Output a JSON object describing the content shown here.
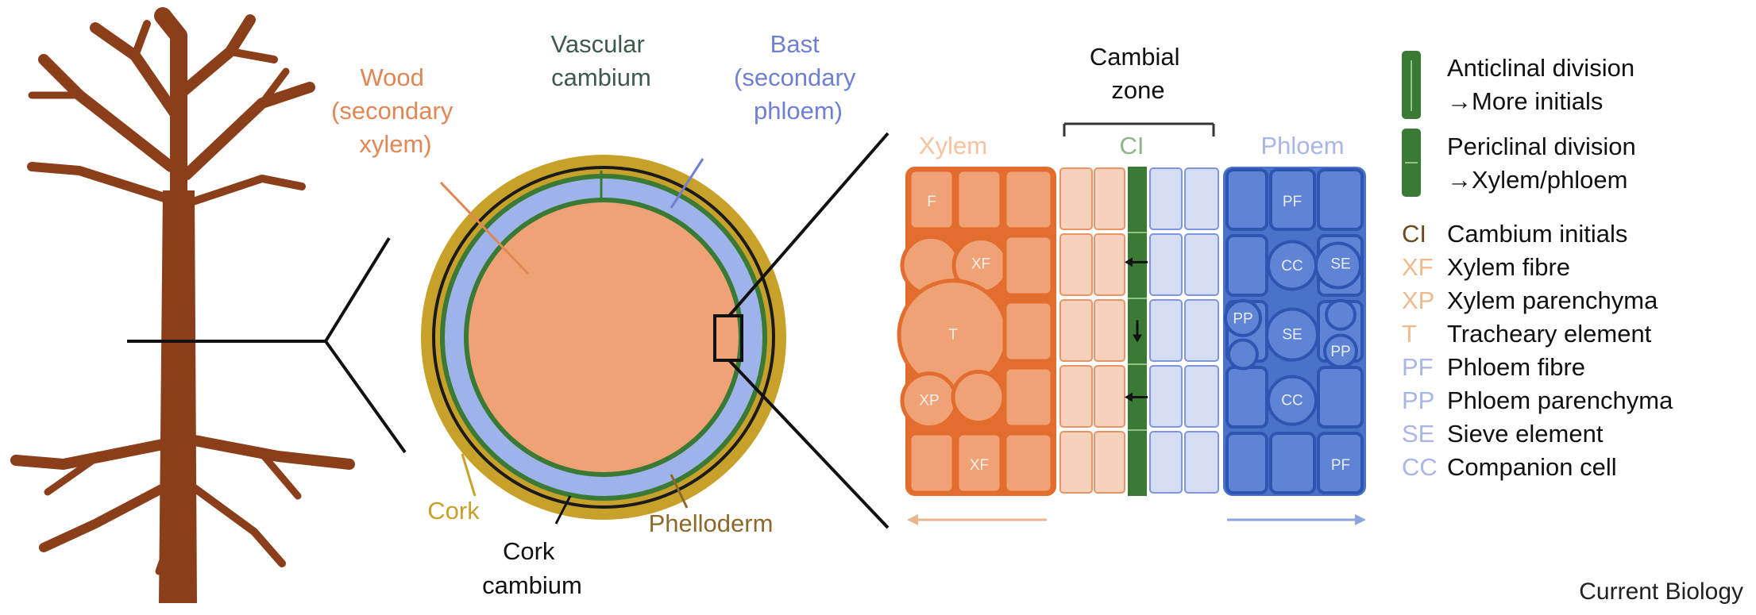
{
  "labels": {
    "wood": [
      "Wood",
      "(secondary",
      "xylem)"
    ],
    "vascular_cambium": [
      "Vascular",
      "cambium"
    ],
    "bast": [
      "Bast",
      "(secondary",
      "phloem)"
    ],
    "cork": "Cork",
    "cork_cambium": [
      "Cork",
      "cambium"
    ],
    "phelloderm": "Phelloderm",
    "cambial_zone": [
      "Cambial",
      "zone"
    ],
    "xylem": "Xylem",
    "ci": "CI",
    "phloem": "Phloem",
    "journal": "Current Biology"
  },
  "cell_labels": {
    "xylem": [
      "F",
      "XF",
      "T",
      "XP",
      "XF"
    ],
    "phloem": [
      "PF",
      "CC",
      "SE",
      "PP",
      "SE",
      "PP",
      "CC",
      "PF"
    ]
  },
  "legend": {
    "divisions": [
      {
        "lines": [
          "Anticlinal division",
          "→More initials"
        ]
      },
      {
        "lines": [
          "Periclinal division",
          "→Xylem/phloem"
        ]
      }
    ],
    "items": [
      {
        "abbr": "CI",
        "text": "Cambium initials",
        "color": "#6b4a1f"
      },
      {
        "abbr": "XF",
        "text": "Xylem fibre",
        "color": "#f2b98c"
      },
      {
        "abbr": "XP",
        "text": "Xylem parenchyma",
        "color": "#f2b98c"
      },
      {
        "abbr": "T",
        "text": "Tracheary element",
        "color": "#f2b98c"
      },
      {
        "abbr": "PF",
        "text": "Phloem fibre",
        "color": "#a9b6e6"
      },
      {
        "abbr": "PP",
        "text": "Phloem parenchyma",
        "color": "#a9b6e6"
      },
      {
        "abbr": "SE",
        "text": "Sieve element",
        "color": "#a9b6e6"
      },
      {
        "abbr": "CC",
        "text": "Companion cell",
        "color": "#a9b6e6"
      }
    ]
  },
  "colors": {
    "trunk": "#8a3f1a",
    "wood": "#f0a277",
    "xylem_dark": "#e36d2e",
    "xylem_light": "#f6d2bc",
    "bast": "#9db3ea",
    "phloem_dark": "#4a72c9",
    "phloem_light": "#d4ddf3",
    "cambium": "#3a7a34",
    "cork": "#c8a12a"
  }
}
